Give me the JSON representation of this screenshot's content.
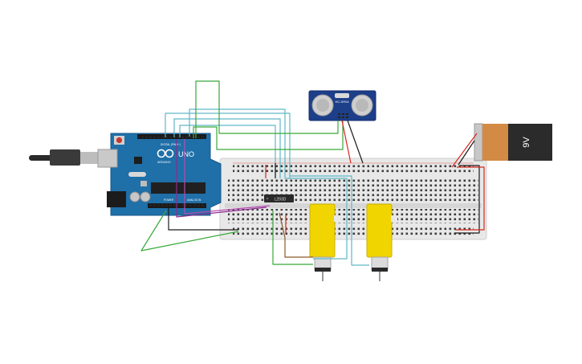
{
  "arduino": {
    "logo_text": "UNO",
    "brand_text": "ARDUINO",
    "section_digital": "DIGITAL (PWM~)",
    "section_power": "POWER",
    "section_analog": "ANALOG IN",
    "board_color": "#1f6fa8"
  },
  "sensor": {
    "model_text": "HC-SR04",
    "board_color": "#1d3f8a"
  },
  "driver_chip": {
    "label": "L293D"
  },
  "battery": {
    "label": "9V",
    "body_color": "#2b2b2b",
    "label_color": "#d38a45"
  },
  "motors": {
    "body_color": "#f1d500"
  },
  "wire_colors": {
    "green": "#3aa83a",
    "teal": "#5fb7c6",
    "red": "#d8281d",
    "black": "#1b1b1b",
    "purple": "#8d2c8f",
    "brown": "#8a5a2b"
  }
}
